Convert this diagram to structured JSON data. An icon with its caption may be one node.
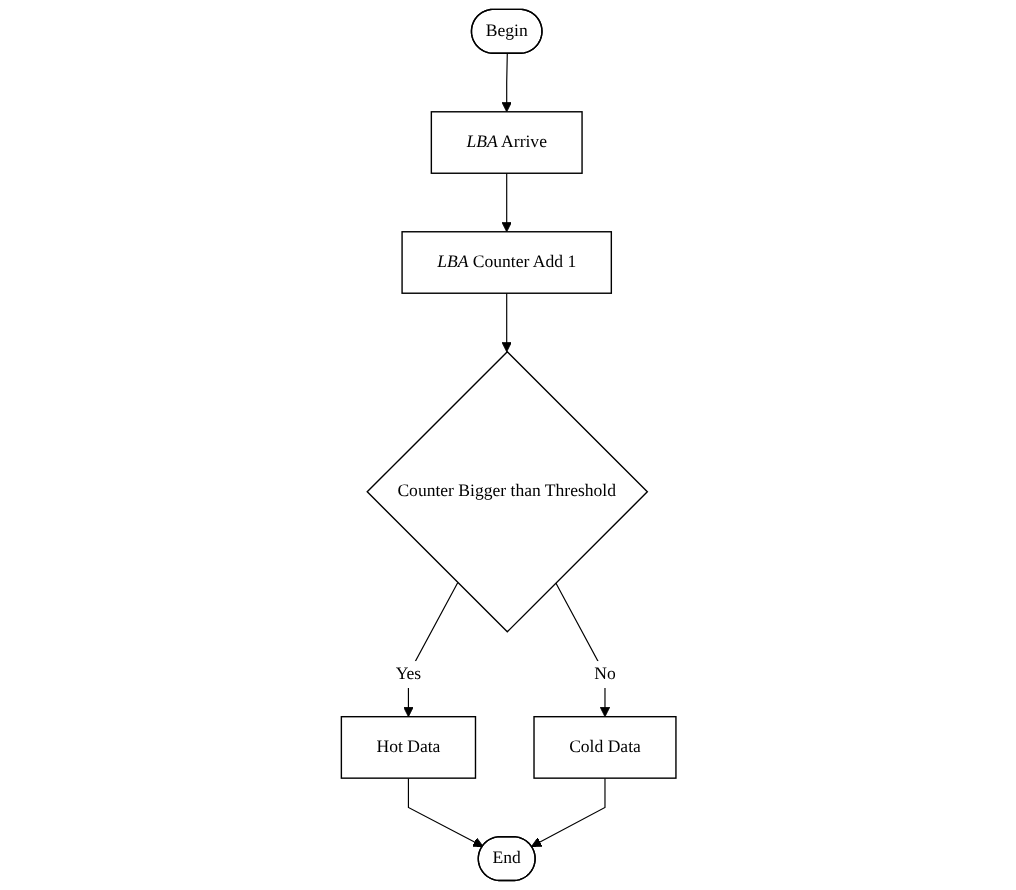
{
  "diagram": {
    "nodes": [
      {
        "text": [
          "Begin"
        ]
      },
      {
        "text": [
          "*LBA* Arrive"
        ]
      },
      {
        "text": [
          "*LBA* Counter Add 1"
        ]
      },
      {
        "text": [
          "Counter Bigger than Threshold"
        ]
      },
      {
        "text": [
          "Cold Data"
        ]
      },
      {
        "text": [
          "Hot Data"
        ]
      },
      {
        "text": [
          "End"
        ]
      }
    ],
    "edges": [
      {
        "from": 0,
        "to": 1,
        "arrow": "to"
      },
      {
        "from": 1,
        "to": 2,
        "arrow": "to"
      },
      {
        "from": 2,
        "to": 3,
        "arrow": "to"
      },
      {
        "from": 3,
        "to": 4,
        "arrow": "to",
        "label": "No"
      },
      {
        "from": 3,
        "to": 5,
        "arrow": "to",
        "label": "Yes"
      },
      {
        "from": 5,
        "to": 6,
        "arrow": "to"
      },
      {
        "from": 4,
        "to": 6,
        "arrow": "to"
      }
    ]
  }
}
